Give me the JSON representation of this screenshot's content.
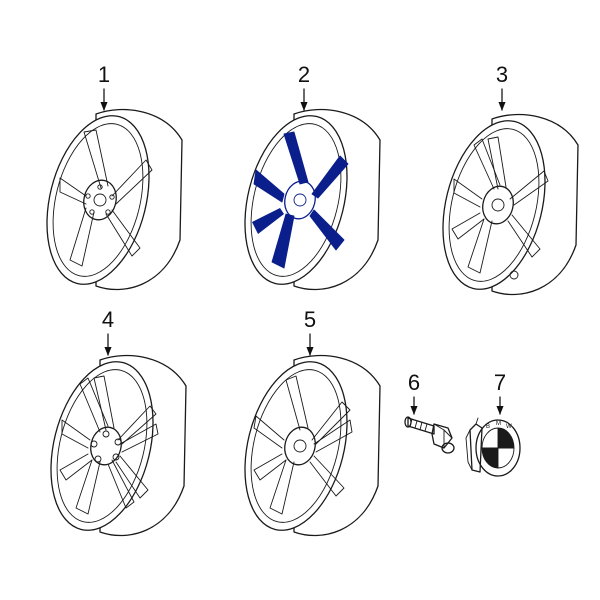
{
  "diagram": {
    "highlight_color": "#2a49d6",
    "highlight_dark": "#0b1f8c",
    "parts": [
      {
        "callout": "1",
        "name": "wheel"
      },
      {
        "callout": "2",
        "name": "wheel",
        "highlighted": true
      },
      {
        "callout": "3",
        "name": "wheel"
      },
      {
        "callout": "4",
        "name": "wheel"
      },
      {
        "callout": "5",
        "name": "wheel"
      },
      {
        "callout": "6",
        "name": "wheel-bolt"
      },
      {
        "callout": "7",
        "name": "center-cap"
      }
    ]
  }
}
